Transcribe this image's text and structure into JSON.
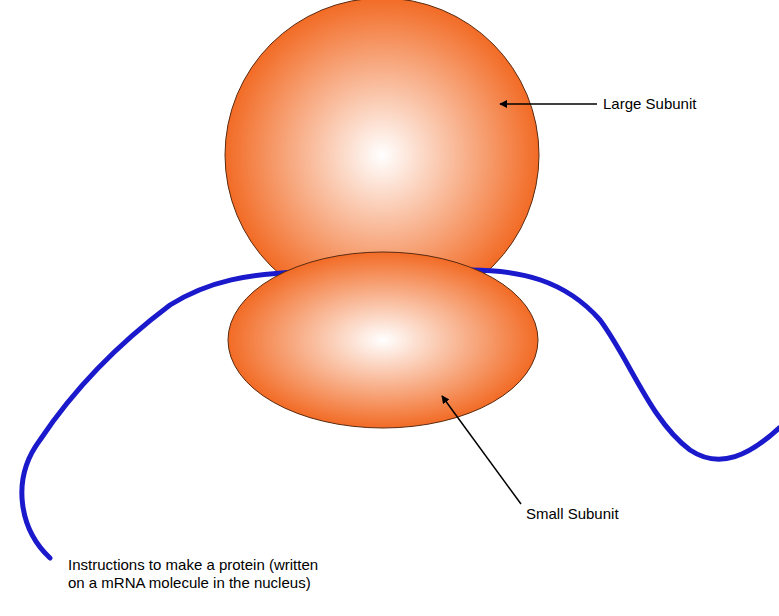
{
  "diagram": {
    "labels": [
      "Large Subunit",
      "Small Subunit",
      "Instructions to make a protein (written on a mRNA molecule in the nucleus)"
    ]
  }
}
